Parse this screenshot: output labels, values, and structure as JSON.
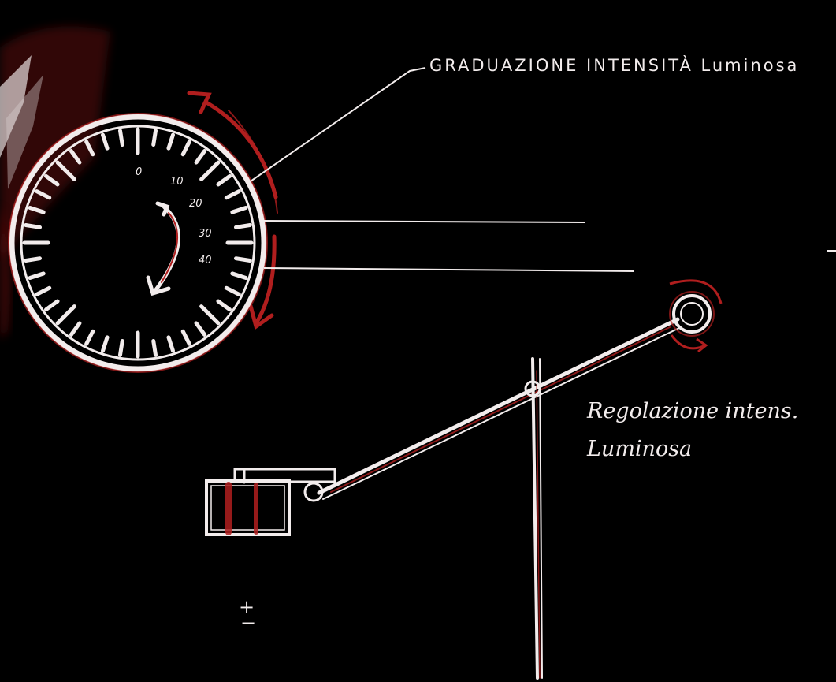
{
  "annotations": {
    "top_label": "GRADUAZIONE INTENSITÀ Luminosa",
    "right_label_line1": "Regolazione intens.",
    "right_label_line2": "Luminosa"
  },
  "dial": {
    "scale_labels": [
      "0",
      "10",
      "20",
      "30",
      "40"
    ]
  },
  "battery": {
    "plus": "+",
    "minus": "−"
  },
  "colors": {
    "background": "#000000",
    "chalk": "#f2ecec",
    "accent_red": "#b01e1e"
  }
}
